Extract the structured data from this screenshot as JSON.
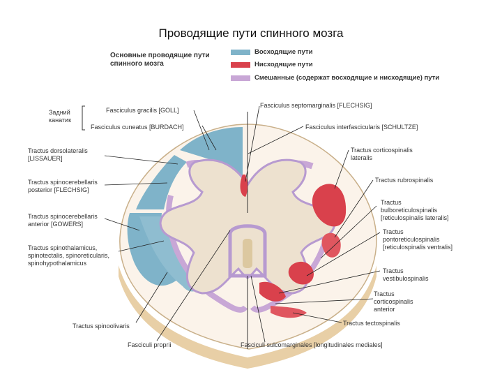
{
  "title": "Проводящие пути спинного мозга",
  "legend": {
    "heading": "Основные проводящие пути спинного мозга",
    "items": [
      {
        "label": "Восходящие пути",
        "color": "#7fb3c9"
      },
      {
        "label": "Нисходящие пути",
        "color": "#d9414c"
      },
      {
        "label": "Смешанные (содержат восходящие и нисходящие) пути",
        "color": "#c8a7d6"
      }
    ]
  },
  "labels": {
    "posterior_funiculus": "Задний\nканатик",
    "goll": "Fasciculus gracilis [GOLL]",
    "burdach": "Fasciculus cuneatus [BURDACH]",
    "flechsig_sept": "Fasciculus septomarginalis [FLECHSIG]",
    "schultze": "Fasciculus interfascicularis [SCHULTZE]",
    "lissauer": "Tractus dorsolateralis\n[LISSAUER]",
    "spinocereb_post": "Tractus spinocerebellaris\nposterior [FLECHSIG]",
    "spinocereb_ant": "Tractus spinocerebellaris\nanterior [GOWERS]",
    "spinothalamicus": "Tractus spinothalamicus,\nspinotectalis, spinoreticularis,\nspinohypothalamicus",
    "spinoolivaris": "Tractus spinoolivaris",
    "propria": "Fasciculi proprii",
    "sulcomarginales": "Fasciculi sulcomarginales [longitudinales mediales]",
    "corticospinalis_lat": "Tractus corticospinalis\nlateralis",
    "rubrospinalis": "Tractus rubrospinalis",
    "bulboreticulo": "Tractus\nbulboreticulospinalis\n[reticulospinalis lateralis]",
    "pontoreticulo": "Tractus\npontoreticulospinalis\n[reticulospinalis ventralis]",
    "vestibulo": "Tractus\nvestibulospinalis",
    "corticospinalis_ant": "Tractus\ncorticospinalis\nanterior",
    "tectospinalis": "Tractus tectospinalis"
  }
}
